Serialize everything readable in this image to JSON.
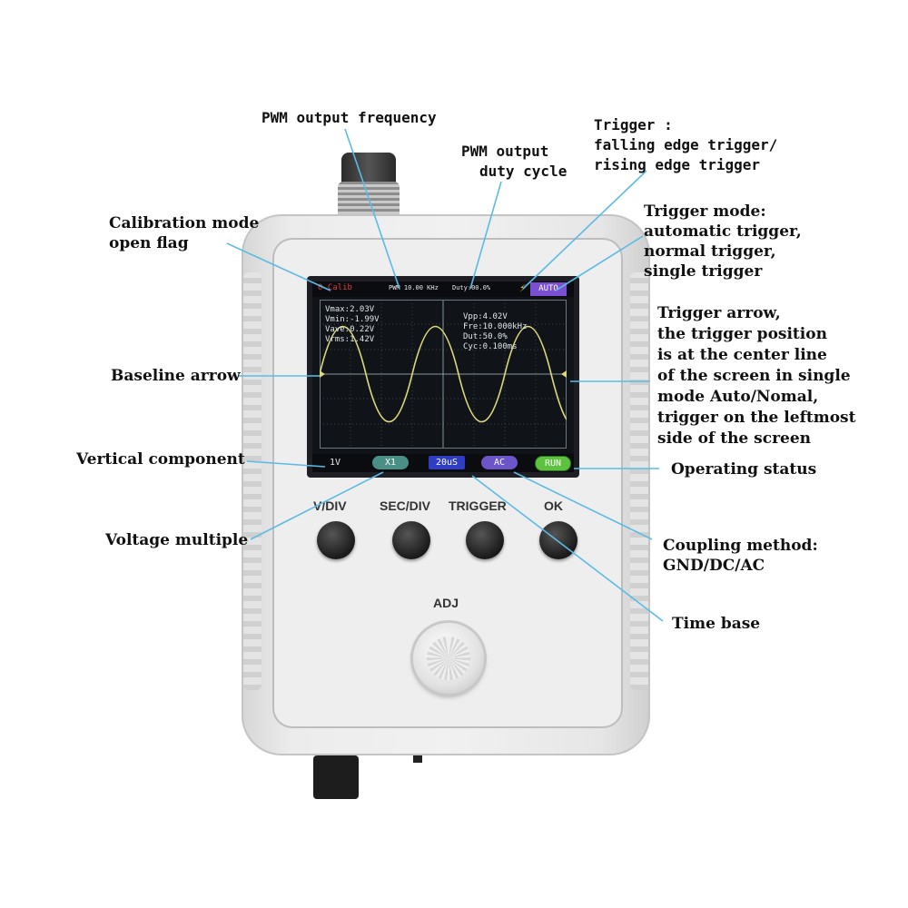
{
  "annotations": {
    "pwm_frequency": "PWM output frequency",
    "pwm_duty_1": "PWM output",
    "pwm_duty_2": "duty cycle",
    "trigger_edge_1": "Trigger :",
    "trigger_edge_2": "falling edge trigger/",
    "trigger_edge_3": "rising edge trigger",
    "calibration_1": "Calibration mode",
    "calibration_2": "open flag",
    "trigger_mode_1": "Trigger mode:",
    "trigger_mode_2": "automatic trigger,",
    "trigger_mode_3": "normal trigger,",
    "trigger_mode_4": "single trigger",
    "trigger_arrow_1": "Trigger arrow,",
    "trigger_arrow_2": "the trigger position",
    "trigger_arrow_3": "is at the center line",
    "trigger_arrow_4": "of the screen in single",
    "trigger_arrow_5": "mode Auto/Nomal,",
    "trigger_arrow_6": "trigger on the leftmost",
    "trigger_arrow_7": "side of the screen",
    "baseline_arrow": "Baseline arrow",
    "vertical_component": "Vertical component",
    "operating_status": "Operating status",
    "voltage_multiple": "Voltage multiple",
    "coupling_1": "Coupling method:",
    "coupling_2": "GND/DC/AC",
    "time_base": "Time base"
  },
  "screen": {
    "calibration_flag": "0 Calib",
    "pwm_freq": "PWM 10.00 KHz",
    "pwm_duty": "Duty:00.0%",
    "trigger_edge_icon": "lightning-bolt",
    "trigger_mode": "AUTO",
    "measurements_left": [
      "Vmax:2.03V",
      "Vmin:-1.99V",
      "Vave:0.22V",
      "Vrms:1.42V"
    ],
    "measurements_right": [
      "Vpp:4.02V",
      "Fre:10.000kHz",
      "Dut:50.0%",
      "Cyc:0.100ms"
    ],
    "volts_per_div": "1V",
    "probe_multiplier": "X1",
    "time_base": "20uS",
    "coupling": "AC",
    "run_status": "RUN"
  },
  "buttons": {
    "vdiv": "V/DIV",
    "secdiv": "SEC/DIV",
    "trigger": "TRIGGER",
    "ok": "OK",
    "adj": "ADJ"
  },
  "colors": {
    "leader_line": "#5bbbe6",
    "calibration_flag": "#e03b3b",
    "auto_badge": "#7b4fd1",
    "x1_badge": "#4a8f86",
    "time_badge": "#2f3cc4",
    "ac_badge": "#6b55c9",
    "run_badge": "#5cc23f",
    "waveform": "#ddd87a"
  }
}
